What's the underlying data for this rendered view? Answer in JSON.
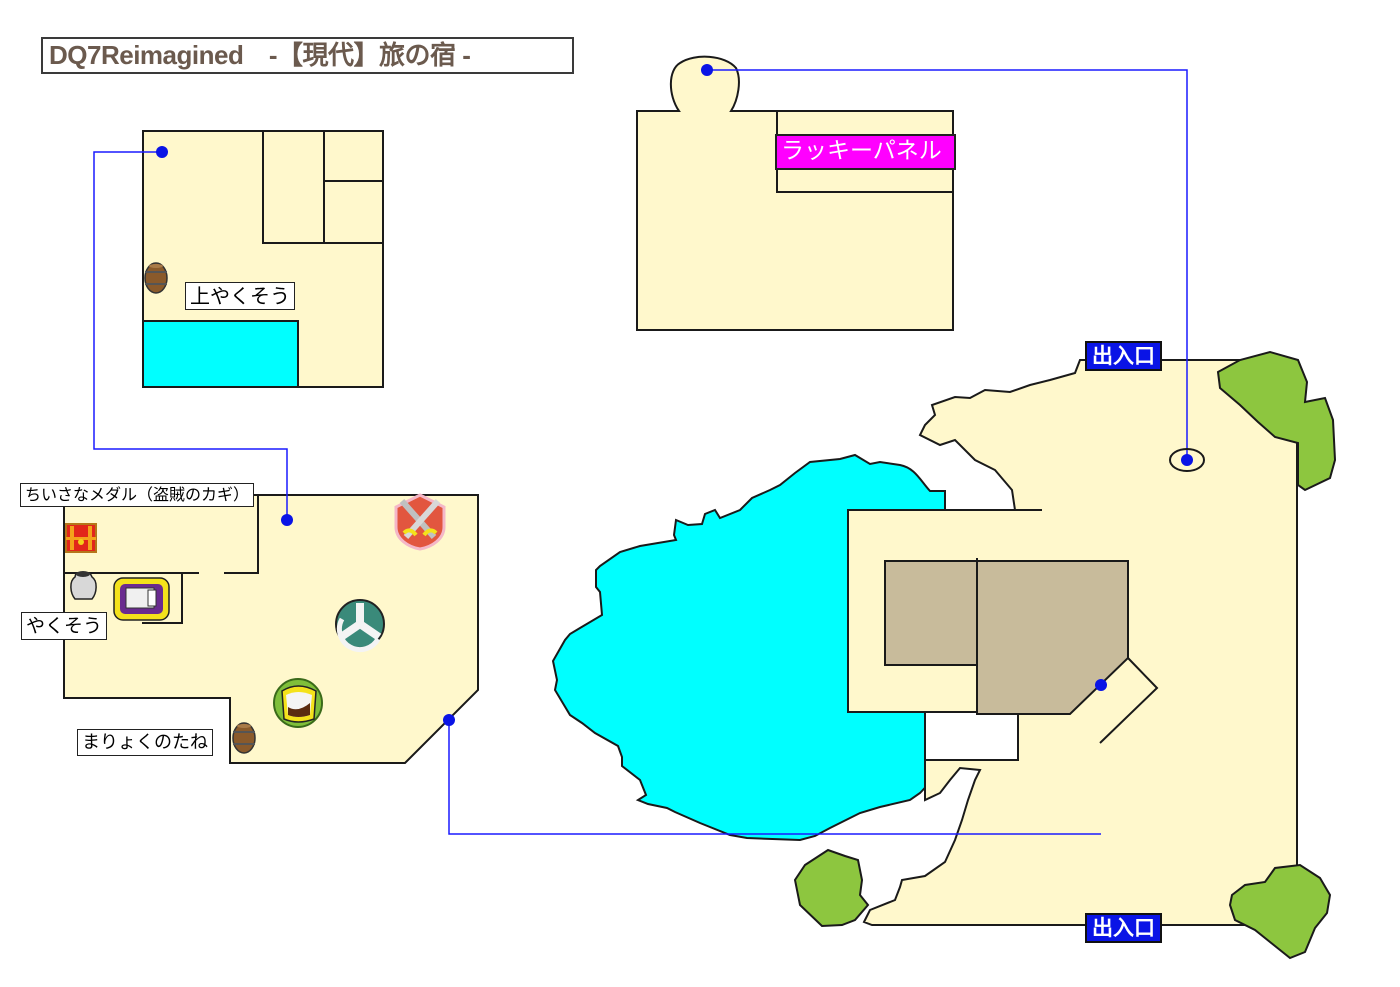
{
  "title": "DQ7Reimagined　-【現代】旅の宿 -",
  "colors": {
    "floor": "#fff8cc",
    "water": "#00ffff",
    "building": "#c8bb9b",
    "tree": "#8dc63f",
    "route_line": "#1a1aff",
    "marker": "#0a14e6",
    "exit_label_bg": "#0a14e6",
    "lucky_panel_bg": "#ff00ff",
    "title_text": "#6b5a4e"
  },
  "maps": {
    "upper_room": {
      "items": [
        {
          "icon": "barrel-icon",
          "label": "上やくそう"
        }
      ]
    },
    "inn_room": {
      "items": [
        {
          "icon": "treasure-chest-icon",
          "label": "ちいさなメダル（盗賊のカギ）"
        },
        {
          "icon": "pot-icon",
          "label": "やくそう"
        },
        {
          "icon": "barrel-icon",
          "label": "まりょくのたね"
        }
      ],
      "facilities": [
        {
          "icon": "bed-inn-icon"
        },
        {
          "icon": "weapon-shop-icon"
        },
        {
          "icon": "save-point-icon"
        },
        {
          "icon": "item-shop-icon"
        }
      ]
    },
    "top_floor": {
      "lucky_panel_label": "ラッキーパネル"
    },
    "exterior": {
      "exit_top_label": "出入口",
      "exit_bottom_label": "出入口"
    }
  }
}
